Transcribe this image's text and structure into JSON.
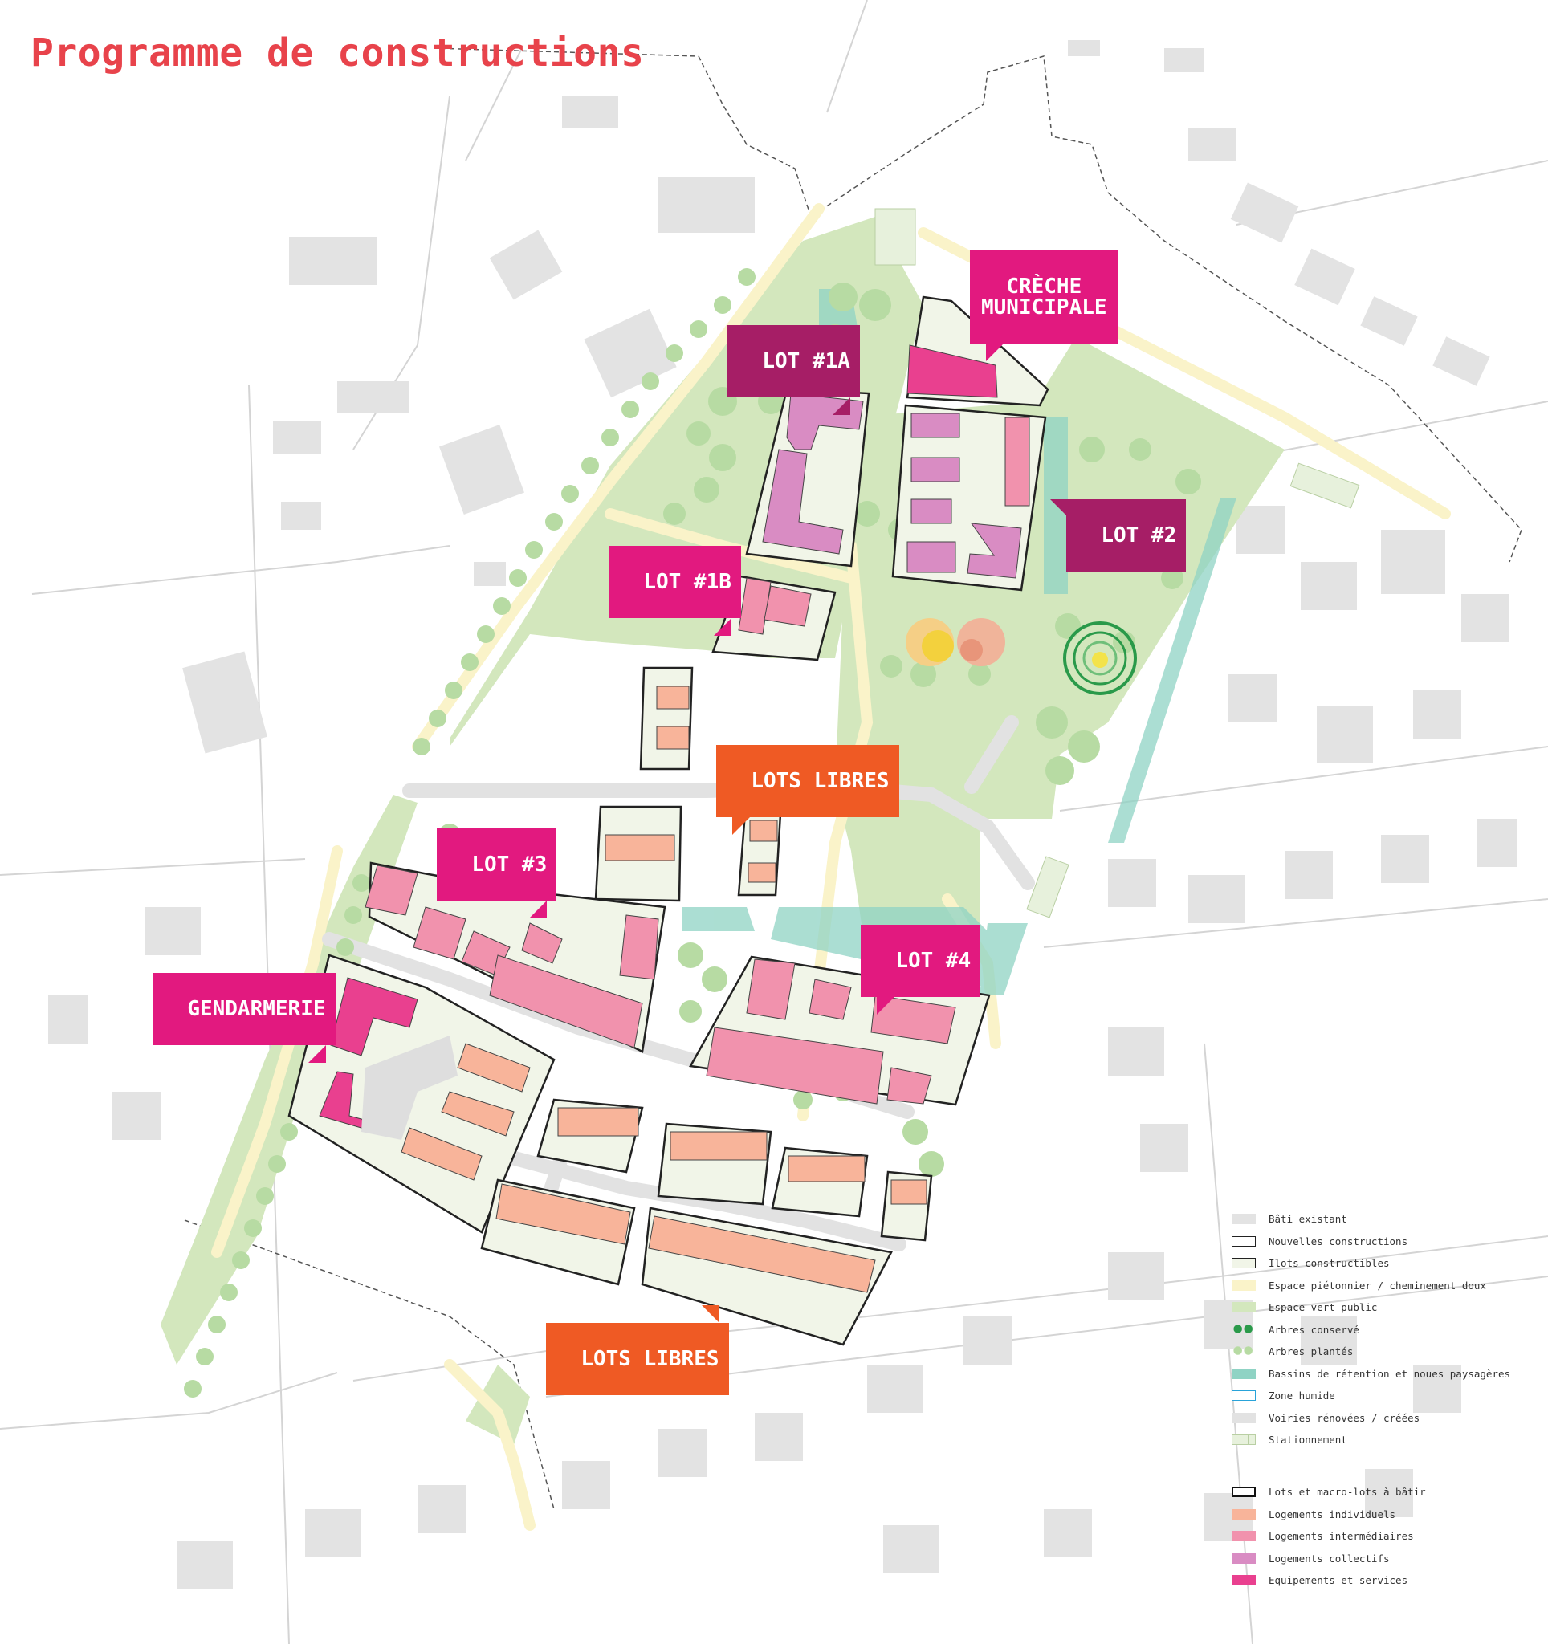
{
  "title": "Programme de constructions",
  "colors": {
    "title": "#e8434b",
    "bati_existant": "#e3e3e3",
    "espace_pietonnier": "#faf3c9",
    "espace_vert": "#d3e7bd",
    "arbre_conserve": "#2a9a4a",
    "arbre_plante": "#b7dba3",
    "bassin": "#8fd3c4",
    "zone_humide": "#29a3d9",
    "voirie": "#e2e2e2",
    "stationnement": "#e7f1dc",
    "logements_individuels": "#f8b49a",
    "logements_intermediaires": "#f192ad",
    "logements_collectifs": "#d98cc3",
    "equipements": "#e9408f",
    "callout_magenta": "#e2197f",
    "callout_purple": "#a61e66",
    "callout_orange": "#ef5a24"
  },
  "callouts": {
    "creche": "CRÈCHE\nMUNICIPALE",
    "lot1a": "LOT #1A",
    "lot1b": "LOT #1B",
    "lot2": "LOT #2",
    "lots_libres_top": "LOTS LIBRES",
    "lot3": "LOT #3",
    "lot4": "LOT #4",
    "gendarmerie": "GENDARMERIE",
    "lots_libres_bottom": "LOTS LIBRES"
  },
  "legend": [
    {
      "label": "Bâti existant",
      "style": "bati"
    },
    {
      "label": "Nouvelles constructions",
      "style": "outline-thin"
    },
    {
      "label": "Ilots constructibles",
      "style": "ilot"
    },
    {
      "label": "Espace piétonnier / cheminement doux",
      "style": "pieton"
    },
    {
      "label": "Espace vert public",
      "style": "vert"
    },
    {
      "label": "Arbres conservé",
      "style": "arbre-conserve"
    },
    {
      "label": "Arbres plantés",
      "style": "arbre-plante"
    },
    {
      "label": "Bassins de rétention et noues paysagères",
      "style": "bassin"
    },
    {
      "label": "Zone humide",
      "style": "humide"
    },
    {
      "label": "Voiries rénovées / créées",
      "style": "voirie"
    },
    {
      "label": "Stationnement",
      "style": "stationnement"
    },
    {
      "label": "Lots et macro-lots à bâtir",
      "style": "lot"
    },
    {
      "label": "Logements individuels",
      "style": "individuels"
    },
    {
      "label": "Logements intermédiaires",
      "style": "intermediaires"
    },
    {
      "label": "Logements collectifs",
      "style": "collectifs"
    },
    {
      "label": "Equipements et services",
      "style": "equipements"
    }
  ]
}
